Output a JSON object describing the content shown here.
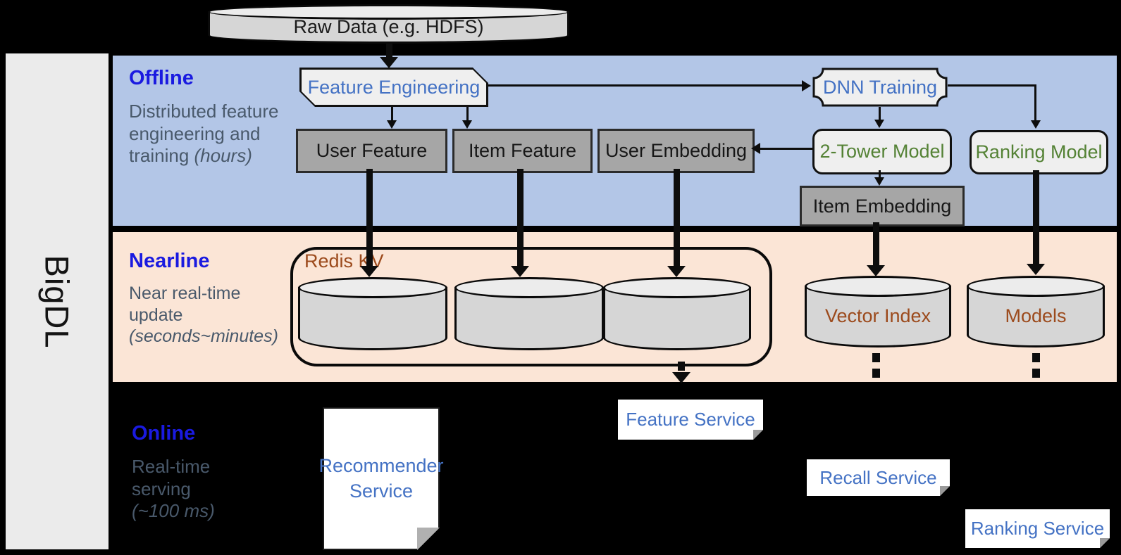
{
  "diagram": {
    "title_vertical": "BigDL",
    "source": {
      "raw_data": "Raw Data (e.g. HDFS)"
    },
    "bands": {
      "offline": {
        "title": "Offline",
        "subtitle": "Distributed feature engineering and training",
        "subtitle_em": "(hours)"
      },
      "nearline": {
        "title": "Nearline",
        "subtitle": "Near real-time update",
        "subtitle_em": "(seconds~minutes)"
      },
      "online": {
        "title": "Online",
        "subtitle": "Real-time serving",
        "subtitle_em": "(~100 ms)"
      }
    },
    "nodes": {
      "feature_engineering": "Feature Engineering",
      "dnn_training": "DNN Training",
      "user_feature": "User Feature",
      "item_feature": "Item Feature",
      "user_embedding": "User Embedding",
      "two_tower_model": "2-Tower Model",
      "ranking_model": "Ranking Model",
      "item_embedding": "Item Embedding",
      "redis_kv": "Redis KV",
      "vector_index": "Vector Index",
      "models": "Models",
      "recommender_service": "Recommender Service",
      "feature_service": "Feature Service",
      "recall_service": "Recall Service",
      "ranking_service": "Ranking Service"
    },
    "colors": {
      "background": "#000000",
      "sidebar": "#ebebeb",
      "offline_band": "#b3c6e7",
      "nearline_band": "#fbe5d6",
      "band_title_blue": "#1a1ae0",
      "band_subtitle_gray": "#49596b",
      "node_blue": "#4472c4",
      "node_green": "#548235",
      "node_brown": "#9c4a1c",
      "gray_box": "#a6a6a6",
      "light_box": "#efefef",
      "cylinder": "#d6d6d6",
      "white_box": "#ffffff"
    }
  }
}
